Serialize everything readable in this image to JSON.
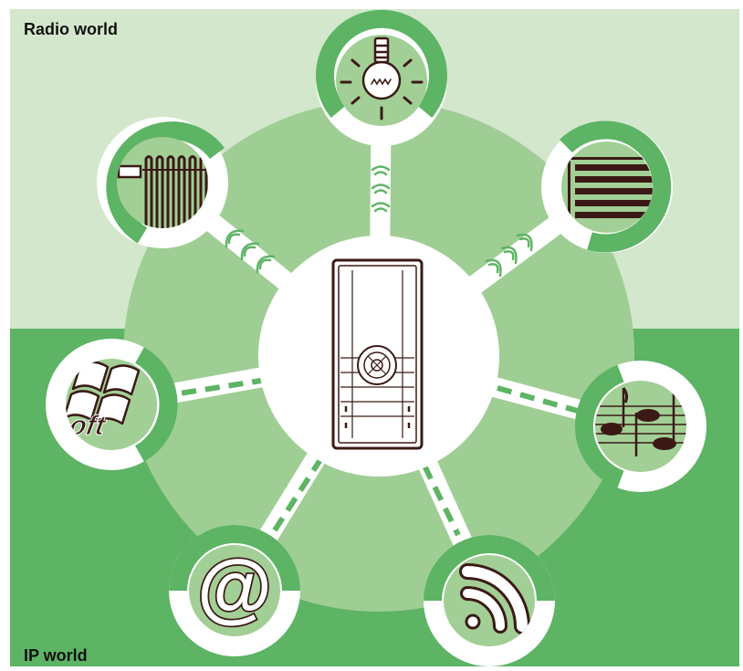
{
  "labels": {
    "radio_world": "Radio world",
    "ip_world": "IP world"
  },
  "colors": {
    "radio_bg": "#d3e7cd",
    "ip_bg": "#5db464",
    "hub_fill": "#9fce94",
    "ring_green": "#5db464",
    "device_fill": "#a2cf95",
    "line_color": "#5db464",
    "ink": "#3b1a16"
  },
  "center_device": {
    "name": "wall-controller",
    "icon": "remote-control-panel-icon"
  },
  "devices": [
    {
      "name": "light",
      "icon": "light-bulb-icon",
      "world": "radio",
      "link": "wireless"
    },
    {
      "name": "shutter",
      "icon": "roller-shutter-icon",
      "world": "radio",
      "link": "wireless"
    },
    {
      "name": "music",
      "icon": "music-notes-icon",
      "world": "ip",
      "link": "wired"
    },
    {
      "name": "rss",
      "icon": "rss-feed-icon",
      "world": "ip",
      "link": "wired"
    },
    {
      "name": "email",
      "icon": "at-sign-icon",
      "world": "ip",
      "link": "wired"
    },
    {
      "name": "windows",
      "icon": "windows-logo-icon",
      "world": "ip",
      "link": "wired",
      "logo_text": "Microsoft"
    },
    {
      "name": "heating",
      "icon": "radiator-icon",
      "world": "radio",
      "link": "wireless"
    }
  ]
}
